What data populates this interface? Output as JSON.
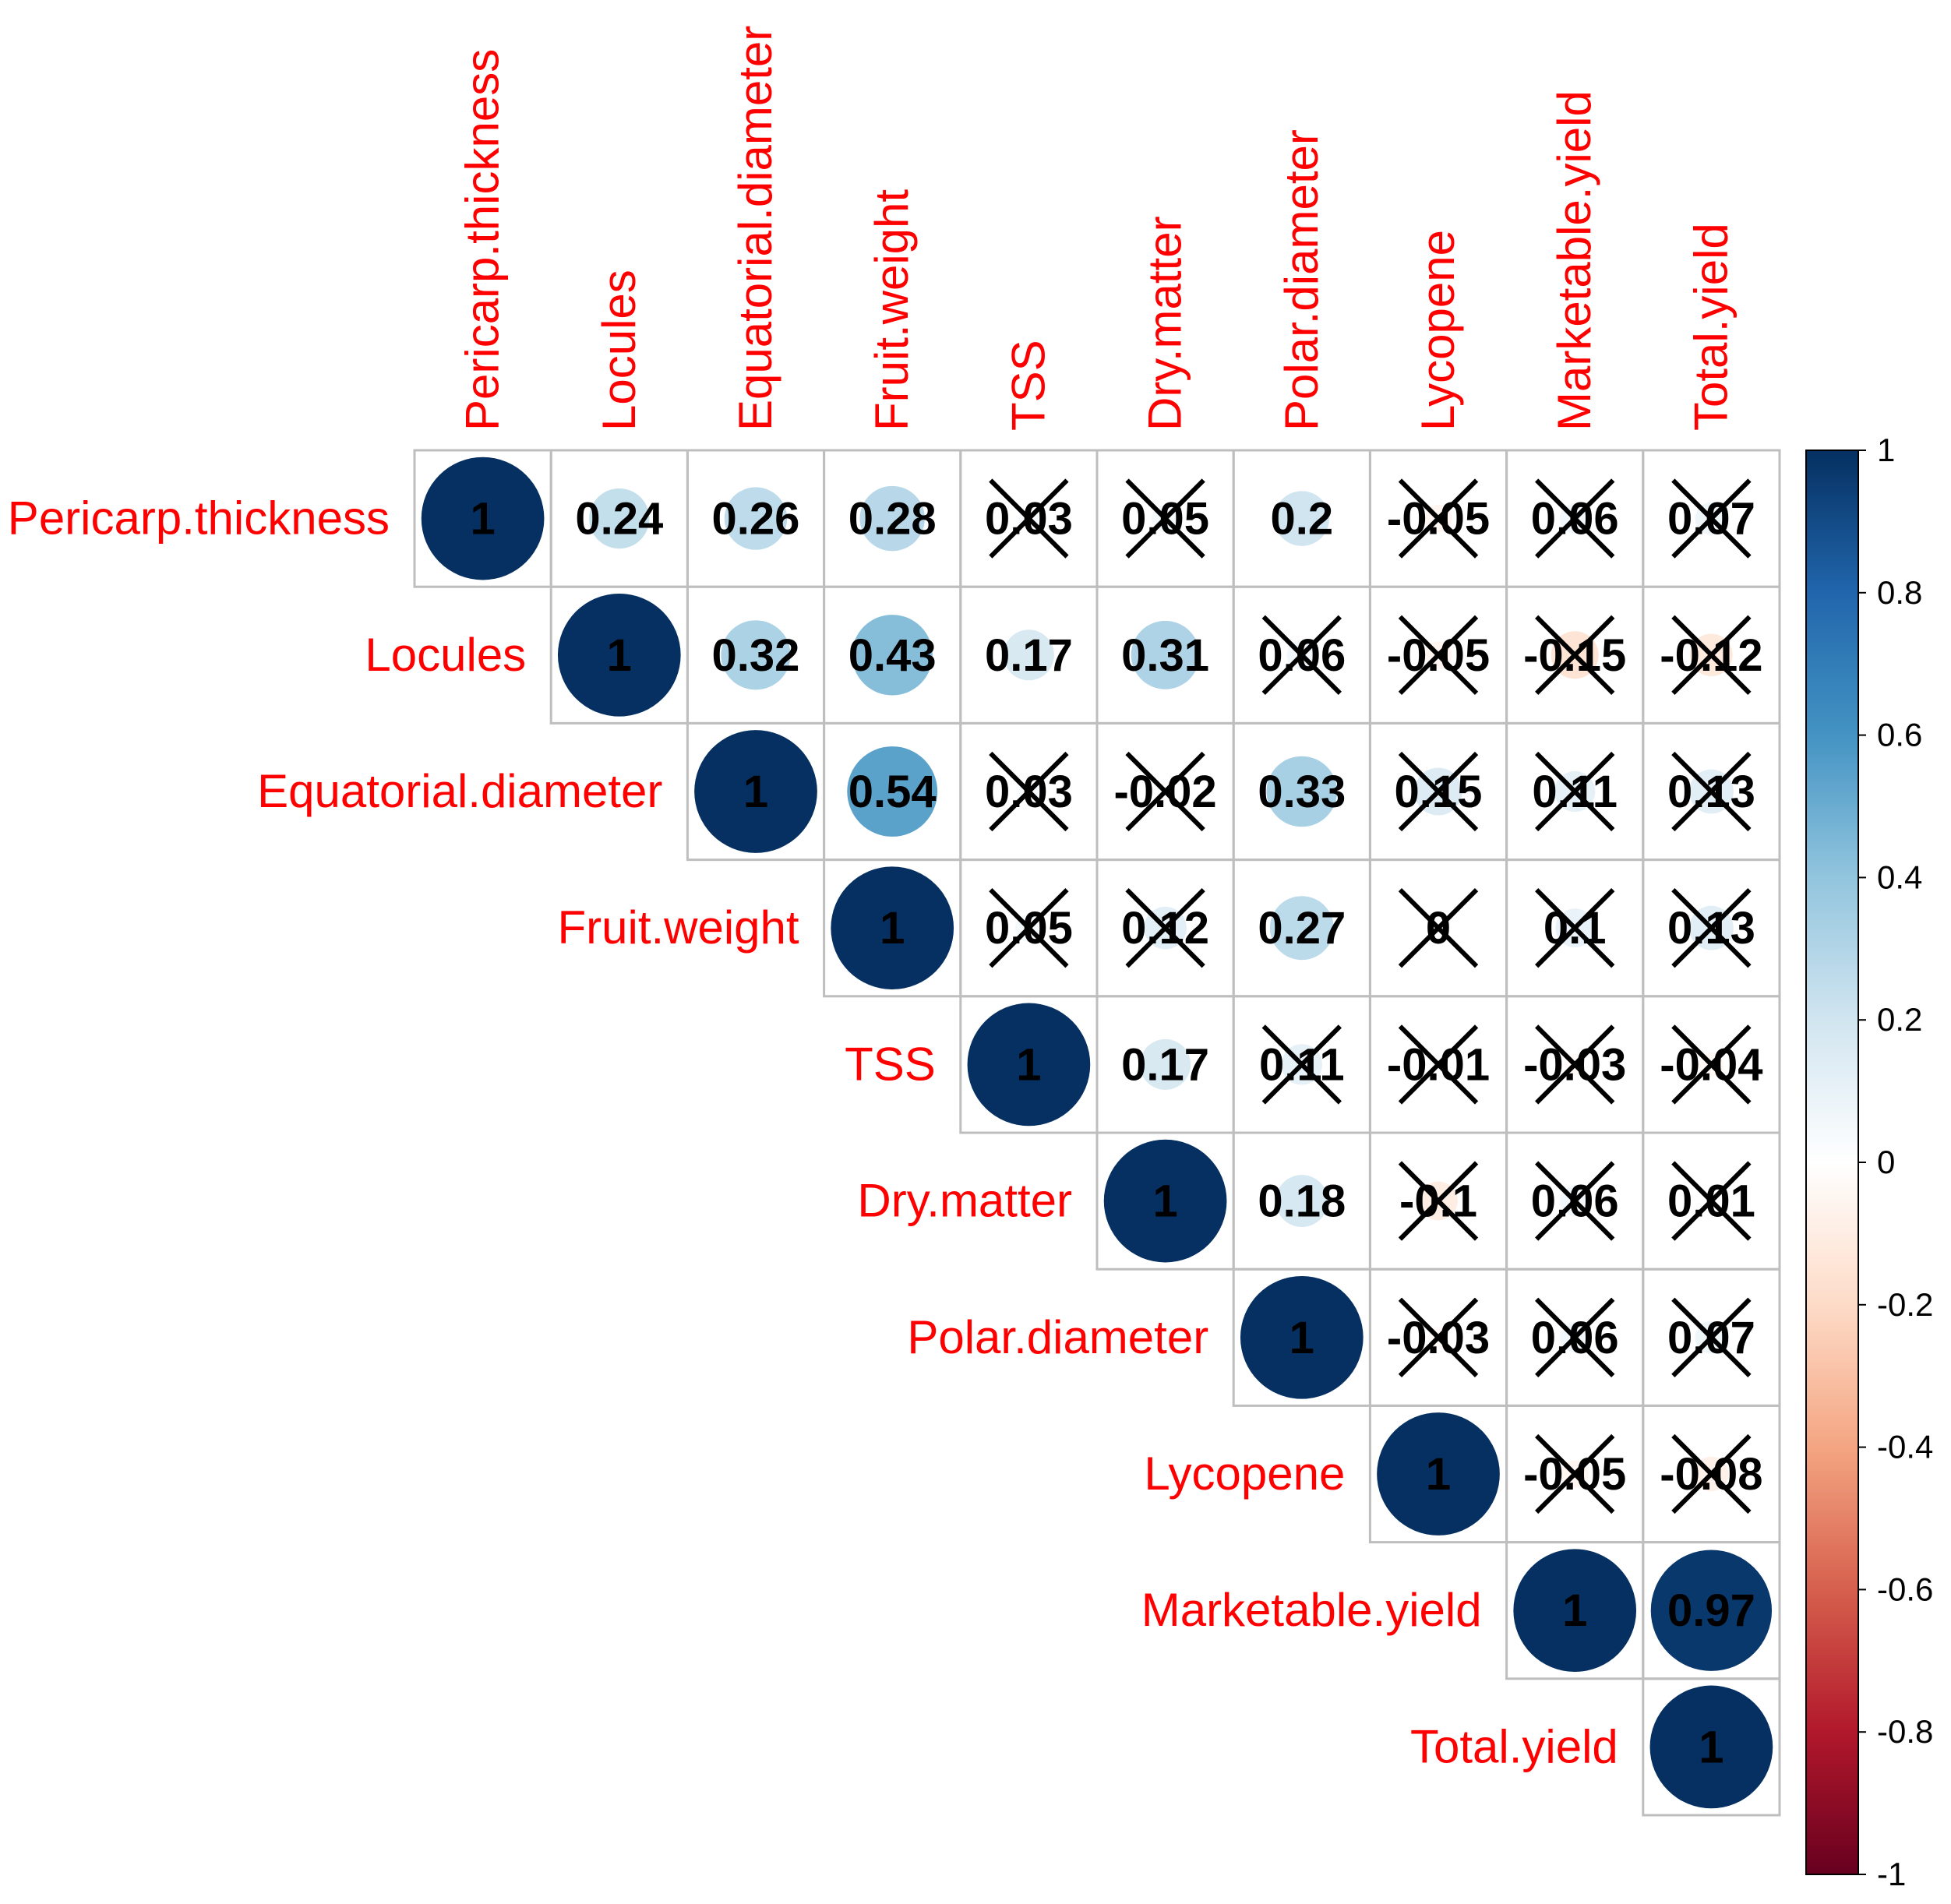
{
  "chart_data": {
    "type": "heatmap",
    "subtype": "correlation-matrix-upper",
    "variables": [
      "Pericarp.thickness",
      "Locules",
      "Equatorial.diameter",
      "Fruit.weight",
      "TSS",
      "Dry.matter",
      "Polar.diameter",
      "Lycopene",
      "Marketable.yield",
      "Total.yield"
    ],
    "matrix": [
      [
        1,
        0.24,
        0.26,
        0.28,
        0.03,
        0.05,
        0.2,
        -0.05,
        0.06,
        0.07
      ],
      [
        null,
        1,
        0.32,
        0.43,
        0.17,
        0.31,
        0.06,
        -0.05,
        -0.15,
        -0.12
      ],
      [
        null,
        null,
        1,
        0.54,
        0.03,
        -0.02,
        0.33,
        0.15,
        0.11,
        0.13
      ],
      [
        null,
        null,
        null,
        1,
        0.05,
        0.12,
        0.27,
        0,
        0.1,
        0.13
      ],
      [
        null,
        null,
        null,
        null,
        1,
        0.17,
        0.11,
        -0.01,
        -0.03,
        -0.04
      ],
      [
        null,
        null,
        null,
        null,
        null,
        1,
        0.18,
        -0.1,
        0.06,
        0.01
      ],
      [
        null,
        null,
        null,
        null,
        null,
        null,
        1,
        -0.03,
        0.06,
        0.07
      ],
      [
        null,
        null,
        null,
        null,
        null,
        null,
        null,
        1,
        -0.05,
        -0.08
      ],
      [
        null,
        null,
        null,
        null,
        null,
        null,
        null,
        null,
        1,
        0.97
      ],
      [
        null,
        null,
        null,
        null,
        null,
        null,
        null,
        null,
        null,
        1
      ]
    ],
    "labels_text": [
      [
        "1",
        "0.24",
        "0.26",
        "0.28",
        "0.03",
        "0.05",
        "0.2",
        "-0.05",
        "0.06",
        "0.07"
      ],
      [
        null,
        "1",
        "0.32",
        "0.43",
        "0.17",
        "0.31",
        "0.06",
        "-0.05",
        "-0.15",
        "-0.12"
      ],
      [
        null,
        null,
        "1",
        "0.54",
        "0.03",
        "-0.02",
        "0.33",
        "0.15",
        "0.11",
        "0.13"
      ],
      [
        null,
        null,
        null,
        "1",
        "0.05",
        "0.12",
        "0.27",
        "0",
        "0.1",
        "0.13"
      ],
      [
        null,
        null,
        null,
        null,
        "1",
        "0.17",
        "0.11",
        "-0.01",
        "-0.03",
        "-0.04"
      ],
      [
        null,
        null,
        null,
        null,
        null,
        "1",
        "0.18",
        "-0.1",
        "0.06",
        "0.01"
      ],
      [
        null,
        null,
        null,
        null,
        null,
        null,
        "1",
        "-0.03",
        "0.06",
        "0.07"
      ],
      [
        null,
        null,
        null,
        null,
        null,
        null,
        null,
        "1",
        "-0.05",
        "-0.08"
      ],
      [
        null,
        null,
        null,
        null,
        null,
        null,
        null,
        null,
        "1",
        "0.97"
      ],
      [
        null,
        null,
        null,
        null,
        null,
        null,
        null,
        null,
        null,
        "1"
      ]
    ],
    "insignificant": [
      [
        false,
        false,
        false,
        false,
        true,
        true,
        false,
        true,
        true,
        true
      ],
      [
        null,
        false,
        false,
        false,
        false,
        false,
        true,
        true,
        true,
        true
      ],
      [
        null,
        null,
        false,
        false,
        true,
        true,
        false,
        true,
        true,
        true
      ],
      [
        null,
        null,
        null,
        false,
        true,
        true,
        false,
        true,
        true,
        true
      ],
      [
        null,
        null,
        null,
        null,
        false,
        false,
        true,
        true,
        true,
        true
      ],
      [
        null,
        null,
        null,
        null,
        null,
        false,
        false,
        true,
        true,
        true
      ],
      [
        null,
        null,
        null,
        null,
        null,
        null,
        false,
        true,
        true,
        true
      ],
      [
        null,
        null,
        null,
        null,
        null,
        null,
        null,
        false,
        true,
        true
      ],
      [
        null,
        null,
        null,
        null,
        null,
        null,
        null,
        null,
        false,
        false
      ],
      [
        null,
        null,
        null,
        null,
        null,
        null,
        null,
        null,
        null,
        false
      ]
    ],
    "method": "circle",
    "insignificant_mark": "cross",
    "colorbar": {
      "range": [
        -1,
        1
      ],
      "ticks": [
        "1",
        "0.8",
        "0.6",
        "0.4",
        "0.2",
        "0",
        "-0.2",
        "-0.4",
        "-0.6",
        "-0.8",
        "-1"
      ],
      "tick_values": [
        1,
        0.8,
        0.6,
        0.4,
        0.2,
        0,
        -0.2,
        -0.4,
        -0.6,
        -0.8,
        -1
      ],
      "placement": "right"
    },
    "colors": {
      "label": "#ff0000",
      "grid": "#bebebe",
      "scale_stops": [
        "#67001f",
        "#b2182b",
        "#d6604d",
        "#f4a582",
        "#fddbc7",
        "#ffffff",
        "#d1e5f0",
        "#92c5de",
        "#4393c3",
        "#2166ac",
        "#053061"
      ]
    }
  }
}
